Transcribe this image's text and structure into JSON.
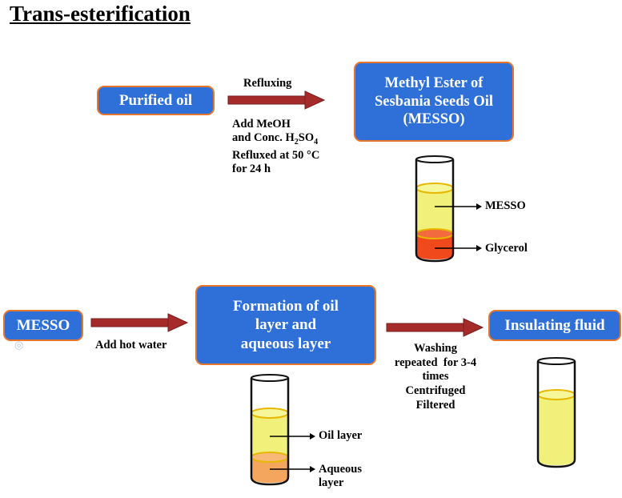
{
  "title": "Trans-esterification",
  "step1": {
    "input_box": "Purified oil",
    "arrow_top_label": "Refluxing",
    "conditions": {
      "line1": "Add MeOH",
      "line2_pre": "and Conc. H",
      "line2_sub1": "2",
      "line2_mid": "SO",
      "line2_sub2": "4",
      "line3": "Refluxed at 50 °C",
      "line4": "for 24 h"
    },
    "output_box": "Methyl Ester of\nSesbania Seeds Oil\n(MESSO)",
    "tube_labels": {
      "upper": "MESSO",
      "lower": "Glycerol"
    }
  },
  "step2": {
    "input_box": "MESSO",
    "arrow_label": "Add hot water",
    "middle_box": "Formation of oil\nlayer and\naqueous layer",
    "tube_labels": {
      "upper": "Oil layer",
      "lower": "Aqueous\nlayer"
    },
    "wash_label": "Washing\nrepeated  for 3-4\ntimes\nCentrifuged\nFiltered",
    "output_box": "Insulating fluid"
  },
  "colors": {
    "box_fill": "#2f6fd8",
    "box_border": "#e8762b",
    "arrow": "#a52a2a",
    "liquid_yellow": "#f0f07a",
    "liquid_glycerol": "#f04a1c",
    "liquid_aqueous": "#f5a65e"
  }
}
